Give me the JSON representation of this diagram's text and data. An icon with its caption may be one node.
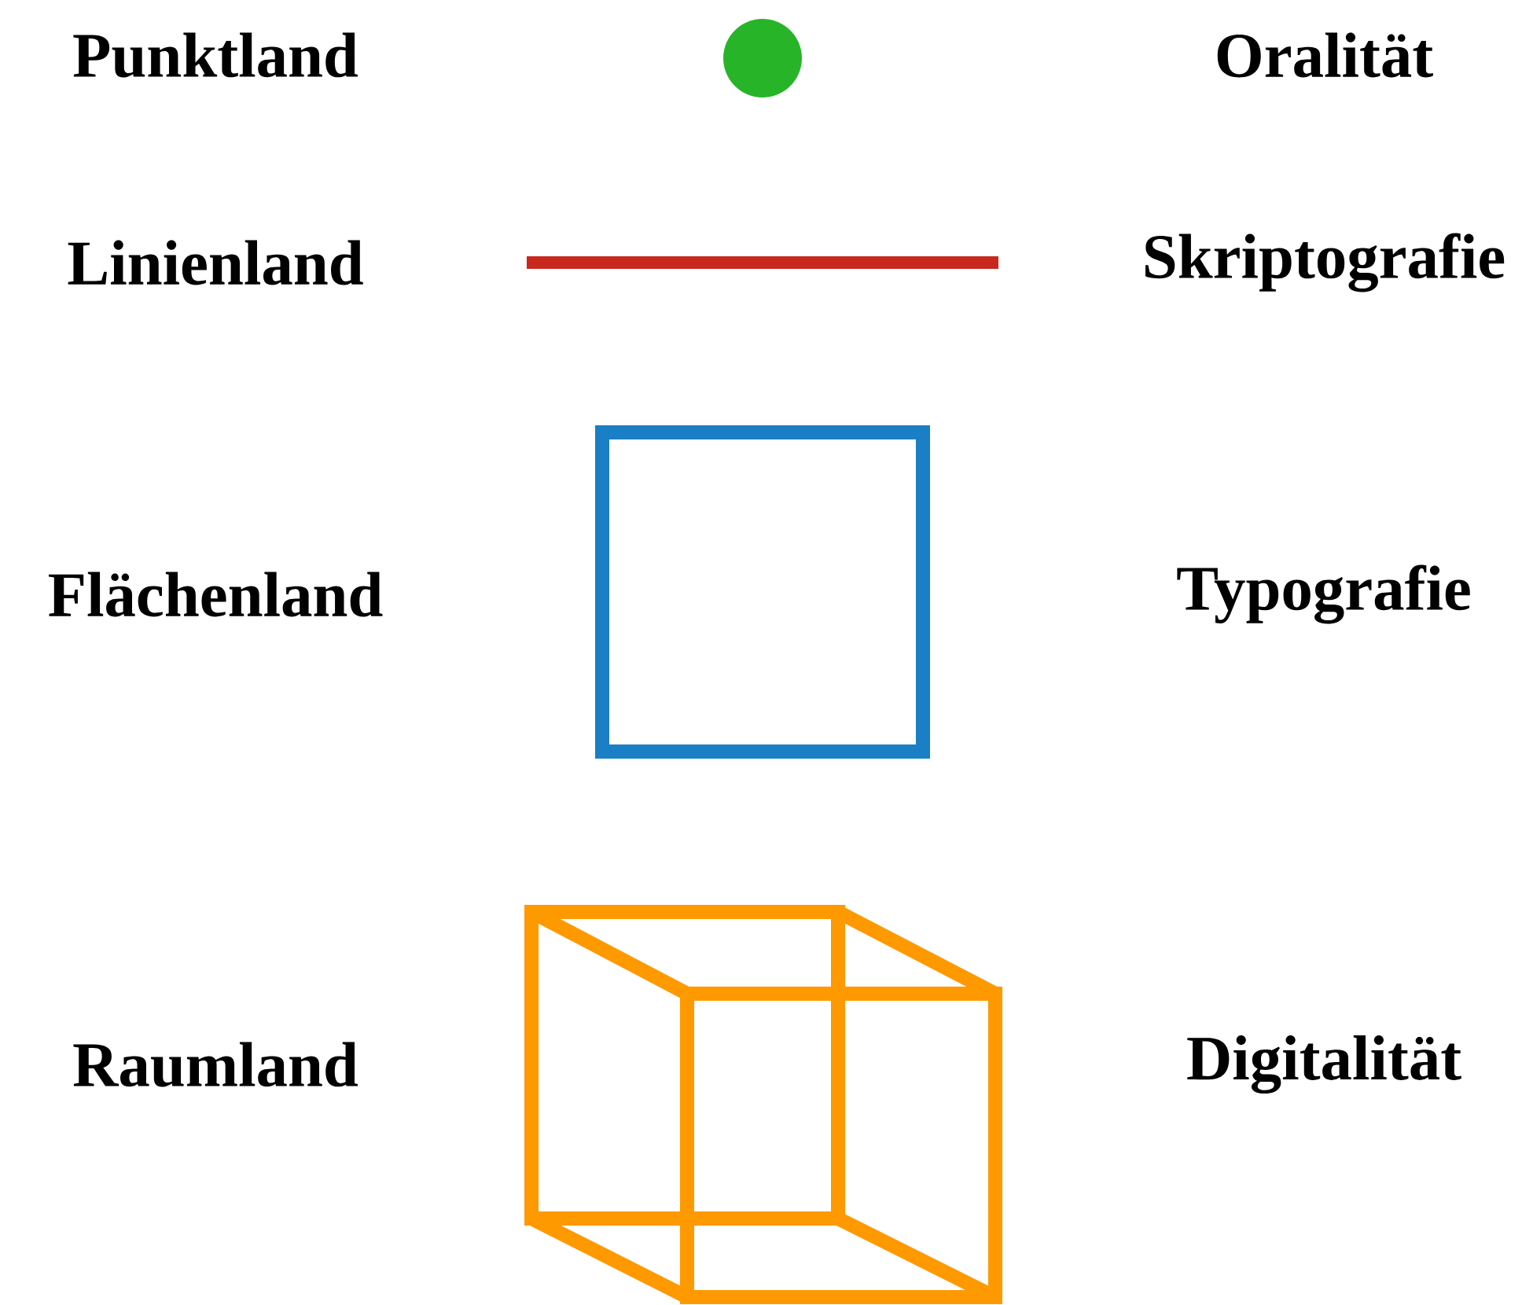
{
  "diagram": {
    "labels": [
      "Punktland",
      "Oralität",
      "Linienland",
      "Skriptografie",
      "Flächenland",
      "Typografie",
      "Raumland",
      "Digitalität"
    ]
  }
}
